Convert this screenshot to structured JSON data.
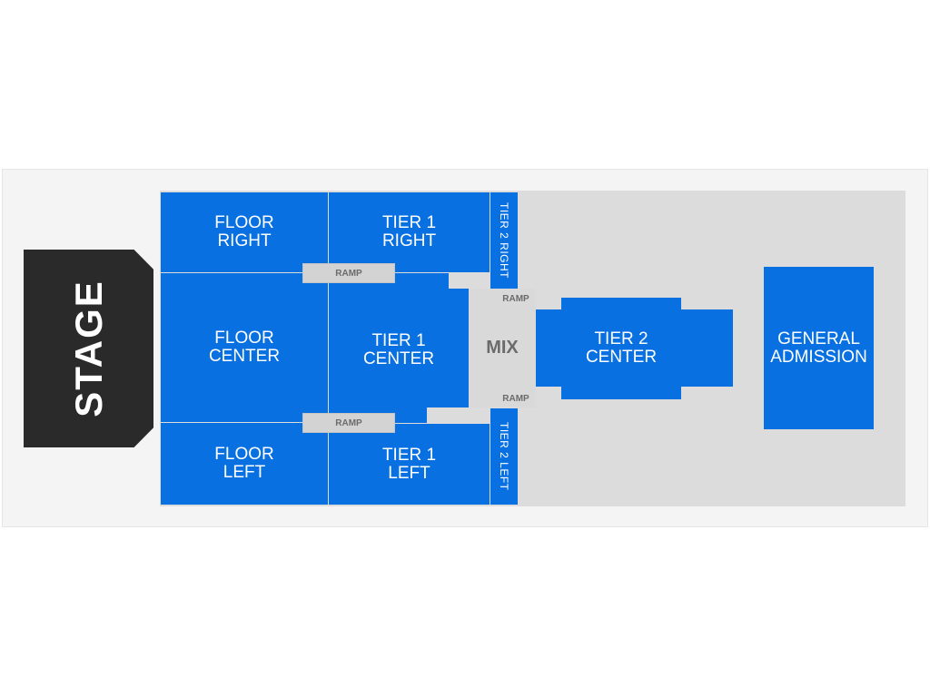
{
  "stage": {
    "label": "STAGE"
  },
  "sections": {
    "floor_right": "FLOOR\nRIGHT",
    "floor_center": "FLOOR\nCENTER",
    "floor_left": "FLOOR\nLEFT",
    "tier1_right": "TIER 1\nRIGHT",
    "tier1_center": "TIER 1\nCENTER",
    "tier1_left": "TIER 1\nLEFT",
    "tier2_right": "TIER 2 RIGHT",
    "tier2_left": "TIER 2 LEFT",
    "tier2_center": "TIER 2\nCENTER",
    "general_admission": "GENERAL\nADMISSION"
  },
  "mix": {
    "label": "MIX"
  },
  "ramps": {
    "label": "RAMP"
  },
  "colors": {
    "section_blue": "#0870e1",
    "stage_dark": "#2a2a2a",
    "floor_gray": "#dcdcdc"
  }
}
